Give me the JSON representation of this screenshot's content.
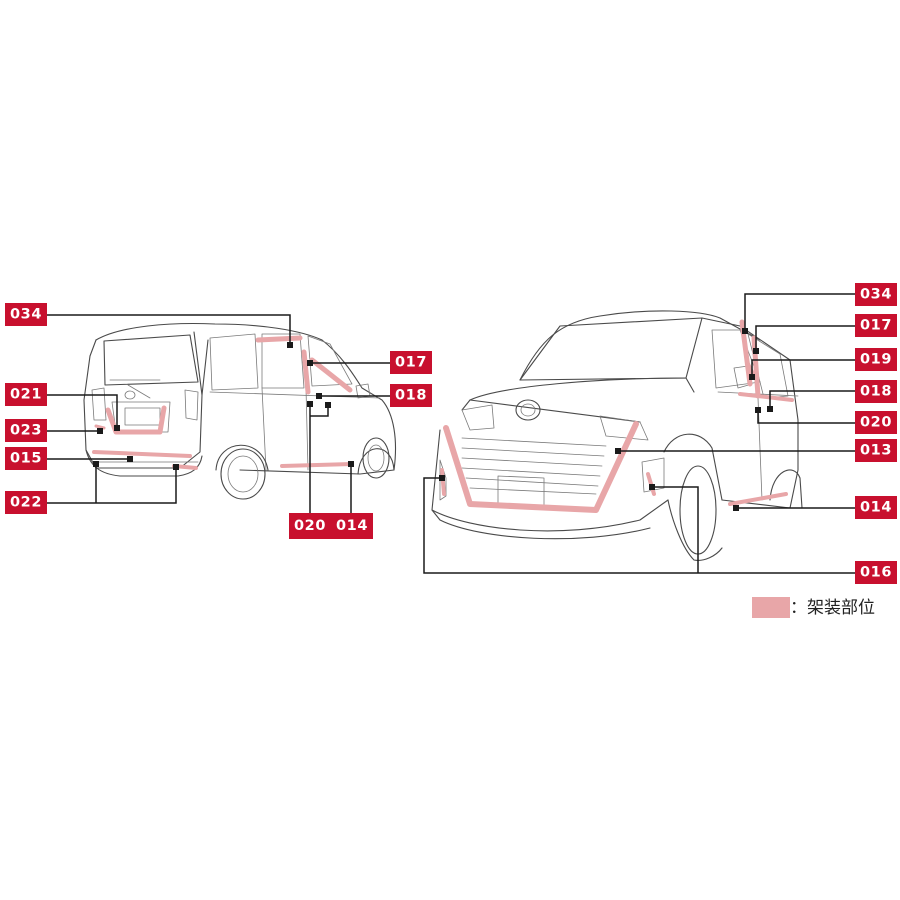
{
  "left_view": {
    "labels": {
      "l034": "034",
      "l017": "017",
      "l018": "018",
      "l021": "021",
      "l023": "023",
      "l015": "015",
      "l022": "022",
      "l020": "020",
      "l014": "014"
    }
  },
  "right_view": {
    "labels": {
      "r034": "034",
      "r017": "017",
      "r019": "019",
      "r018": "018",
      "r020": "020",
      "r013": "013",
      "r014": "014",
      "r016": "016"
    }
  },
  "legend": {
    "text": "：架装部位",
    "swatch_color": "#e8a6a8"
  },
  "colors": {
    "label_background": "#c8102e",
    "label_text": "#ffffff",
    "highlight": "#e8a6a8",
    "leader_line": "#1a1a1a",
    "outline": "#4a4a4a"
  }
}
